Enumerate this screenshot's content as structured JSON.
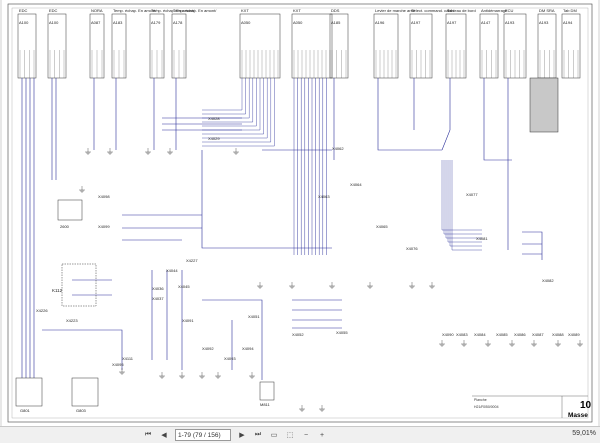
{
  "viewer": {
    "page_field": "1-79 (79 / 156)",
    "zoom": "59,01%"
  },
  "sheet": {
    "number": "10",
    "title": "Masse",
    "ref_top": "Planche",
    "ref_code": "H21/R050/0004"
  },
  "modules": [
    {
      "name": "EDC",
      "ref": "A100"
    },
    {
      "name": "EDC",
      "ref": "A100"
    },
    {
      "name": "NORA",
      "ref": "A087"
    },
    {
      "name": "Temp. échap. En amont/aval du SCR 2",
      "ref": "A183"
    },
    {
      "name": "Temp. échap. En amont/aval du SCR 1",
      "ref": "A179"
    },
    {
      "name": "Temp. échap. En amont/aval du SCR 2",
      "ref": "A178"
    },
    {
      "name": "KXT",
      "ref": "A050"
    },
    {
      "name": "KXT",
      "ref": "A050"
    },
    {
      "name": "DDS",
      "ref": "A185"
    },
    {
      "name": "Levier de marche arrière Sélect. command. cabine direc.",
      "ref": "A196"
    },
    {
      "name": "Sélect. command. cabine direc.",
      "ref": "A197"
    },
    {
      "name": "Tableau de bord",
      "ref": "A197"
    },
    {
      "name": "Antidémarrage",
      "ref": "A147"
    },
    {
      "name": "ECU",
      "ref": "A193"
    },
    {
      "name": "DM SRA",
      "ref": "A193"
    },
    {
      "name": "Tab DM",
      "ref": "A194"
    }
  ],
  "ground_labels": [
    "X4098",
    "X4099",
    "X4028",
    "X4029",
    "X4036",
    "X4037",
    "X4044",
    "X4045",
    "X4051",
    "X4052",
    "X4055",
    "X4062",
    "X4063",
    "X4064",
    "X4065",
    "X4076",
    "X4077",
    "X4081",
    "X4082",
    "X4083",
    "X4084",
    "X4085",
    "X4086",
    "X4087",
    "X4088",
    "X4089",
    "X4090",
    "X4091",
    "X4092",
    "X4093",
    "X4094",
    "X4095",
    "X4111",
    "X4223",
    "X4226",
    "X4227"
  ],
  "bottom_boxes": [
    "G801",
    "G803"
  ],
  "misc": {
    "relay": "K112",
    "junction": "2600",
    "battery": "M811"
  }
}
